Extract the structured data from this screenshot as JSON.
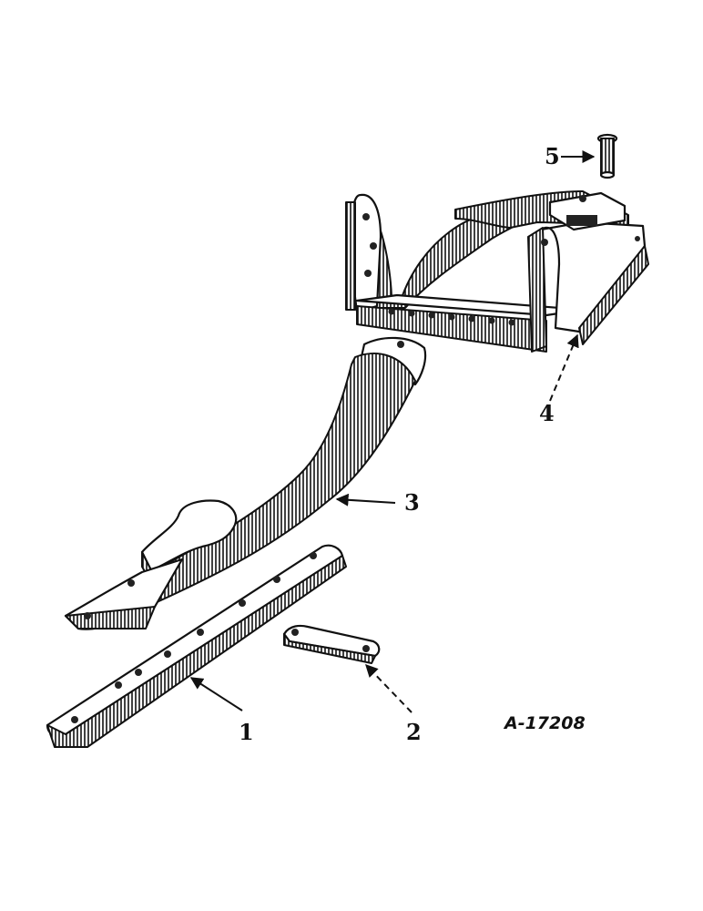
{
  "drawing": {
    "reference_number": "A-17208",
    "callouts": [
      {
        "id": "1",
        "label": "1"
      },
      {
        "id": "2",
        "label": "2"
      },
      {
        "id": "3",
        "label": "3"
      },
      {
        "id": "4",
        "label": "4"
      },
      {
        "id": "5",
        "label": "5"
      }
    ]
  }
}
